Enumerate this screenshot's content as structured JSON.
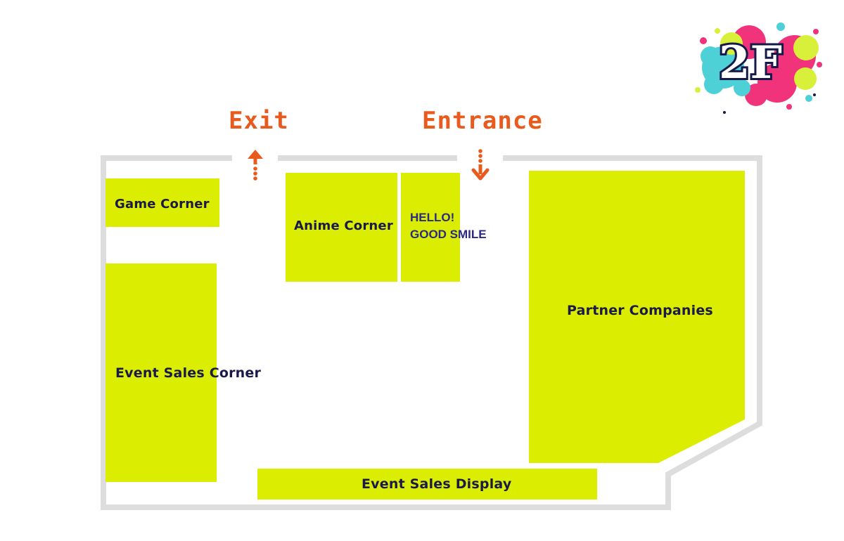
{
  "floor_label": "2F",
  "doors": {
    "exit": "Exit",
    "entrance": "Entrance"
  },
  "zones": {
    "game_corner": "Game Corner",
    "anime_corner": "Anime Corner",
    "hello_good_smile": [
      "HELLO!",
      "GOOD SMILE"
    ],
    "partner_companies": "Partner Companies",
    "event_sales_corner": "Event Sales Corner",
    "event_sales_display": "Event Sales Display"
  },
  "colors": {
    "zone": "#dbed00",
    "wall": "#dddddd",
    "door": "#e85a1e",
    "label": "#1a1a4a",
    "badge_navy": "#15184a",
    "splash_pink": "#f0337a",
    "splash_cyan": "#4dd0d6",
    "splash_lime": "#d8f03a"
  },
  "icons": {
    "exit_arrow": "arrow-up-dotted-icon",
    "entrance_arrow": "arrow-down-dotted-icon",
    "floor_badge": "paint-splash-badge"
  }
}
